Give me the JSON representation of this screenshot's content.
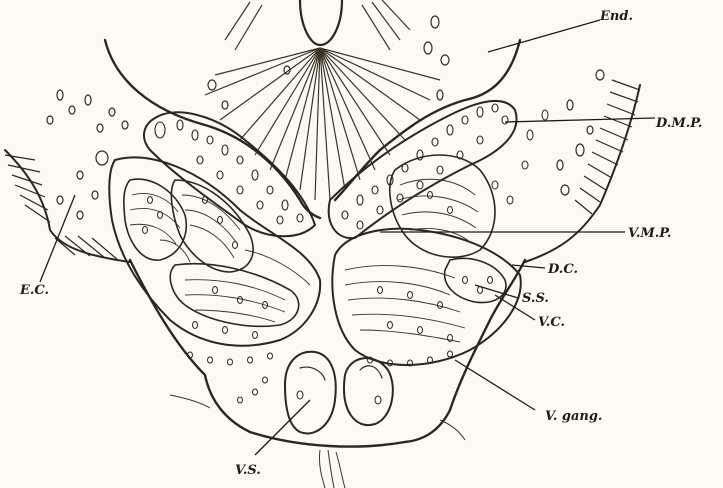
{
  "figure": {
    "labels": {
      "end": "End.",
      "dmp": "D.M.P.",
      "vmp": "V.M.P.",
      "dc": "D.C.",
      "ss": "S.S.",
      "vc": "V.C.",
      "vgang": "V. gang.",
      "vs": "V.S.",
      "ec": "E.C."
    }
  }
}
